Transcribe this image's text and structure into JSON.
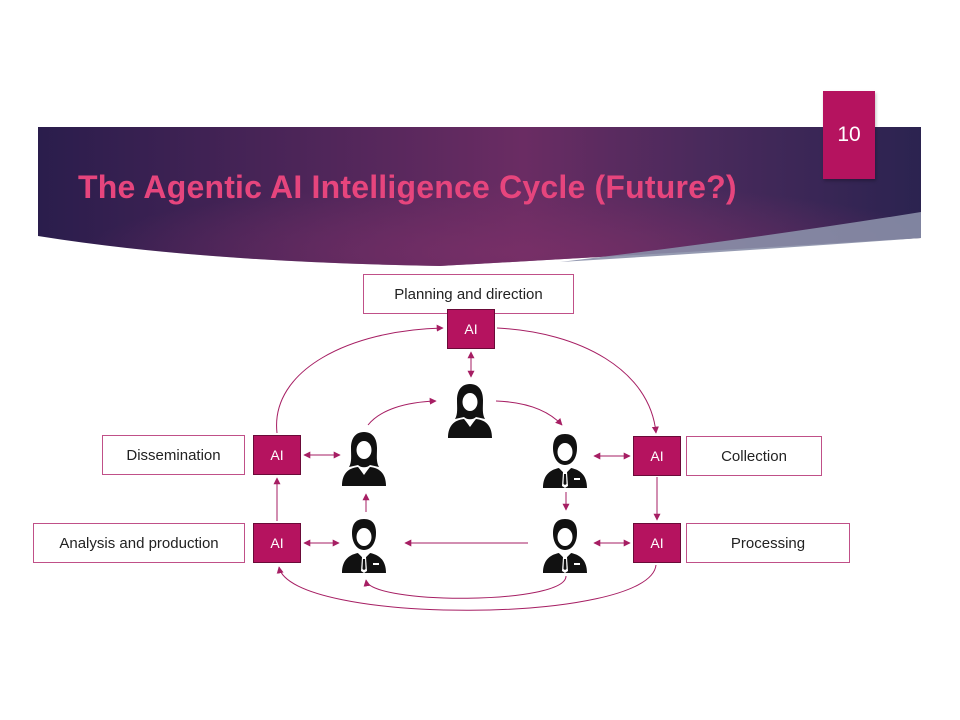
{
  "slide": {
    "page_number": "10",
    "title": "The Agentic AI Intelligence Cycle (Future?)"
  },
  "colors": {
    "banner_dark": "#2a1d4c",
    "banner_mid": "#6a2c63",
    "accent_magenta": "#b5135f",
    "title_pink": "#e6457d",
    "arrow": "#a61e63",
    "person": "#111111"
  },
  "stages": {
    "planning": "Planning and direction",
    "collection": "Collection",
    "processing": "Processing",
    "analysis": "Analysis and production",
    "dissemination": "Dissemination"
  },
  "ai_label": "AI",
  "icons": {
    "person_top": "woman-icon",
    "person_right_upper": "man-tie-icon",
    "person_right_lower": "woman-tie-icon",
    "person_left_lower": "man-tie-icon",
    "person_left_upper": "woman-icon"
  }
}
